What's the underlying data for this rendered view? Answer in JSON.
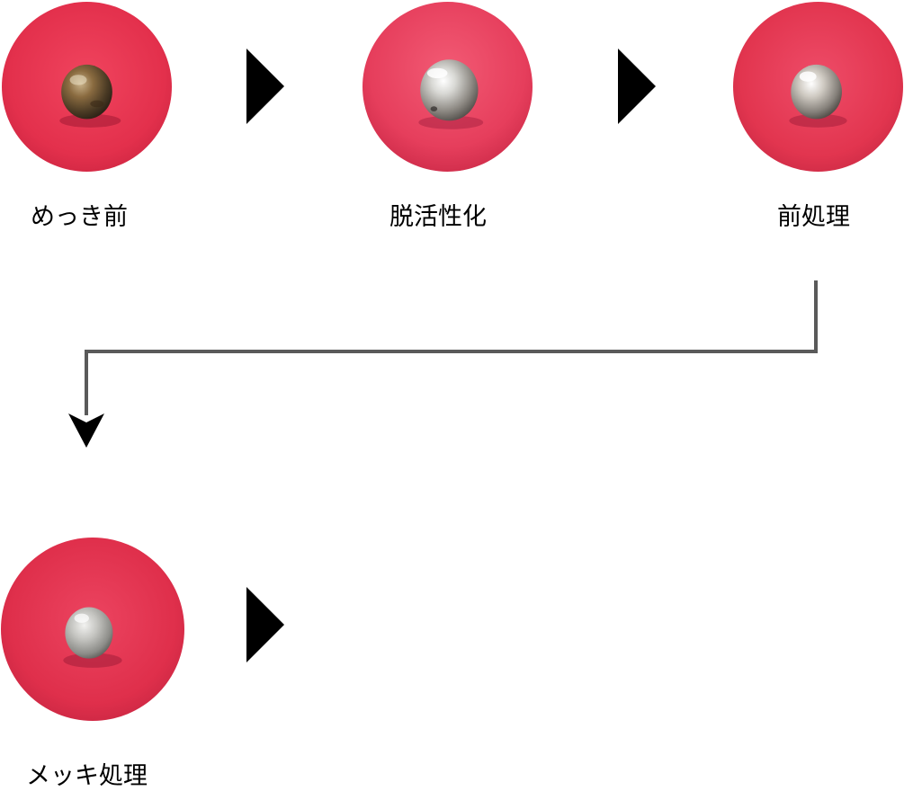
{
  "steps": [
    {
      "label": "めっき前",
      "bead": "dull-bronze"
    },
    {
      "label": "脱活性化",
      "bead": "bright-silver"
    },
    {
      "label": "前処理",
      "bead": "bright-silver"
    },
    {
      "label": "メッキ処理",
      "bead": "satin-silver"
    }
  ],
  "colors": {
    "background_red": "#e8334f",
    "connector": "#5a5a5a",
    "arrow": "#000000",
    "text": "#000000"
  },
  "icons": {
    "step_arrow": "triangle-right-icon",
    "connector_head": "chevron-down-icon"
  }
}
